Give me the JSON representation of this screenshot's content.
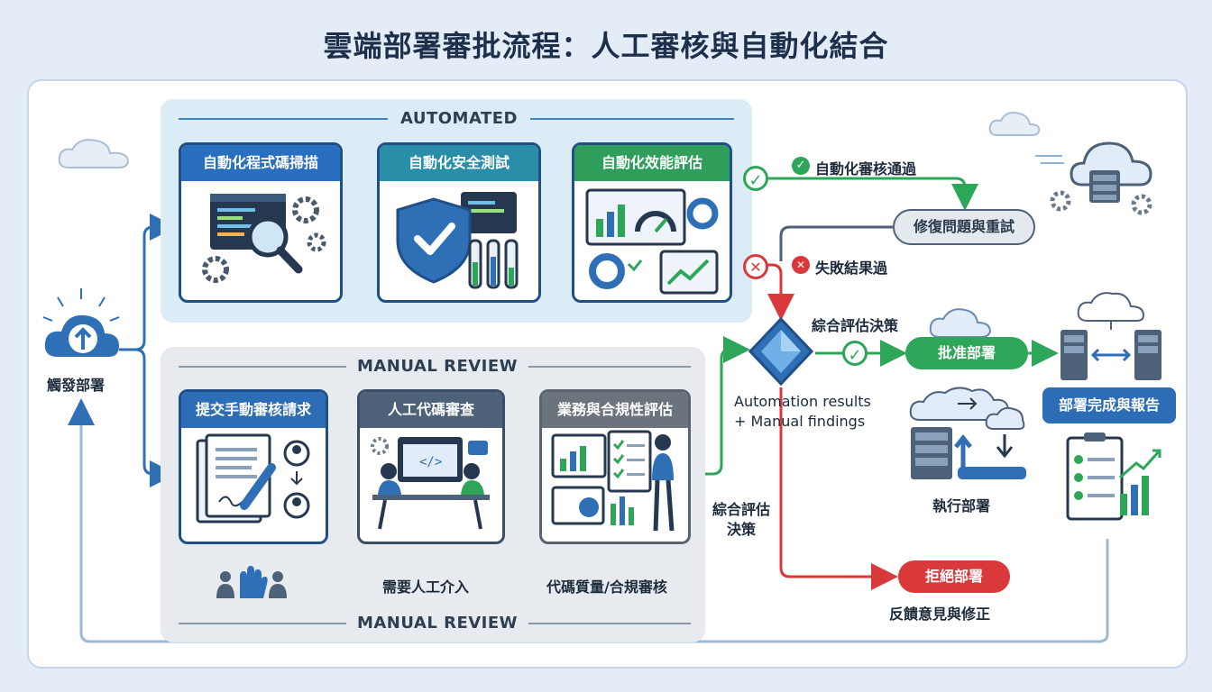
{
  "title": "雲端部署審批流程：人工審核與自動化結合",
  "trigger": {
    "label": "觸發部署"
  },
  "automated_panel": {
    "label": "AUTOMATED"
  },
  "manual_panel": {
    "top_label": "MANUAL REVIEW",
    "bottom_label": "MANUAL REVIEW"
  },
  "automated_steps": [
    {
      "label": "自動化程式碼掃描"
    },
    {
      "label": "自動化安全測試"
    },
    {
      "label": "自動化效能評估"
    }
  ],
  "manual_steps": [
    {
      "label": "提交手動審核請求"
    },
    {
      "label": "人工代碼審查"
    },
    {
      "label": "業務與合規性評估"
    }
  ],
  "manual_footer": {
    "intervention": "需要人工介入",
    "quality": "代碼質量/合規審核"
  },
  "auto_pass": "自動化審核通過",
  "auto_fail": "失敗結果過",
  "fix_retry": "修復問題與重試",
  "decision": {
    "label": "綜合評估決策",
    "inputs_line1": "Automation results",
    "inputs_line2": "+ Manual findings",
    "side_label_line1": "綜合評估",
    "side_label_line2": "決策"
  },
  "approve": {
    "label": "批准部署"
  },
  "execute": {
    "label": "執行部署"
  },
  "complete": {
    "label": "部署完成與報告"
  },
  "reject": {
    "label": "拒絕部署",
    "feedback": "反饋意見與修正"
  },
  "colors": {
    "auto_blue": "#2a6fbf",
    "auto_teal": "#2b8ea8",
    "auto_green": "#2e9e5a",
    "manual_blue": "#2d6db5",
    "manual_slate": "#4d6178",
    "manual_gray": "#6b737c",
    "pass_green": "#2ea65a",
    "fail_red": "#d9393b",
    "flow_blue": "#2f6fb5"
  }
}
